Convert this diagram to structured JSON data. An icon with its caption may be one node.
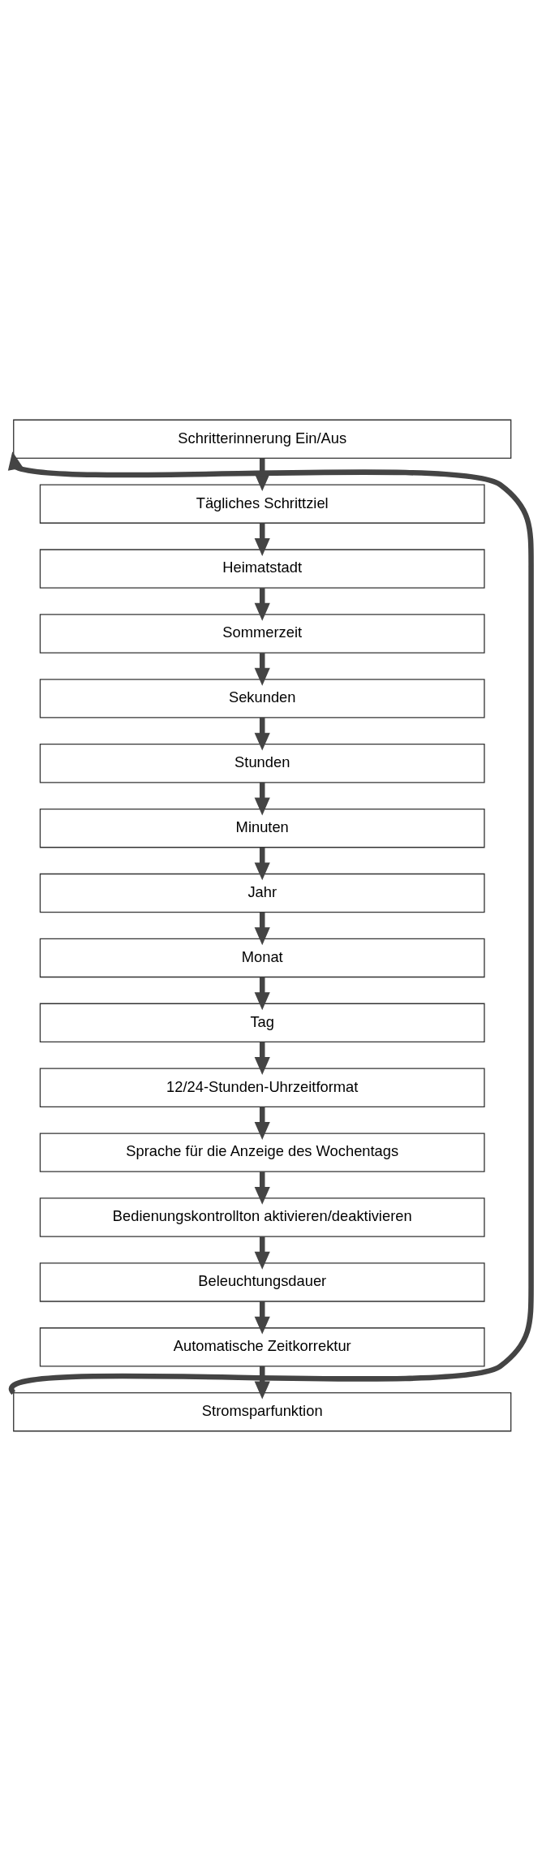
{
  "diagram": {
    "nodes": [
      {
        "text": [
          "Schritterinnerung Ein/Aus"
        ]
      },
      {
        "text": [
          "Tägliches Schrittziel"
        ]
      },
      {
        "text": [
          "Heimatstadt"
        ]
      },
      {
        "text": [
          "Sommerzeit"
        ]
      },
      {
        "text": [
          "Sekunden"
        ]
      },
      {
        "text": [
          "Stunden"
        ]
      },
      {
        "text": [
          "Minuten"
        ]
      },
      {
        "text": [
          "Jahr"
        ]
      },
      {
        "text": [
          "Monat"
        ]
      },
      {
        "text": [
          "Tag"
        ]
      },
      {
        "text": [
          "12/24-Stunden-Uhrzeitformat"
        ]
      },
      {
        "text": [
          "Sprache für die Anzeige des Wochentags"
        ]
      },
      {
        "text": [
          "Bedienungskontrollton aktivieren/deaktivieren"
        ]
      },
      {
        "text": [
          "Beleuchtungsdauer"
        ]
      },
      {
        "text": [
          "Automatische Zeitkorrektur"
        ]
      },
      {
        "text": [
          "Stromsparfunktion"
        ]
      }
    ],
    "edges": [
      {
        "from": 0,
        "to": 1,
        "arrow": "to"
      },
      {
        "from": 1,
        "to": 2,
        "arrow": "to"
      },
      {
        "from": 2,
        "to": 3,
        "arrow": "to"
      },
      {
        "from": 3,
        "to": 4,
        "arrow": "to"
      },
      {
        "from": 4,
        "to": 5,
        "arrow": "to"
      },
      {
        "from": 5,
        "to": 6,
        "arrow": "to"
      },
      {
        "from": 6,
        "to": 7,
        "arrow": "to"
      },
      {
        "from": 7,
        "to": 8,
        "arrow": "to"
      },
      {
        "from": 8,
        "to": 9,
        "arrow": "to"
      },
      {
        "from": 9,
        "to": 10,
        "arrow": "to"
      },
      {
        "from": 10,
        "to": 11,
        "arrow": "to"
      },
      {
        "from": 11,
        "to": 12,
        "arrow": "to"
      },
      {
        "from": 12,
        "to": 13,
        "arrow": "to"
      },
      {
        "from": 13,
        "to": 14,
        "arrow": "to"
      },
      {
        "from": 14,
        "to": 15,
        "arrow": "to"
      },
      {
        "from": 15,
        "to": 0,
        "arrow": "to"
      }
    ]
  }
}
